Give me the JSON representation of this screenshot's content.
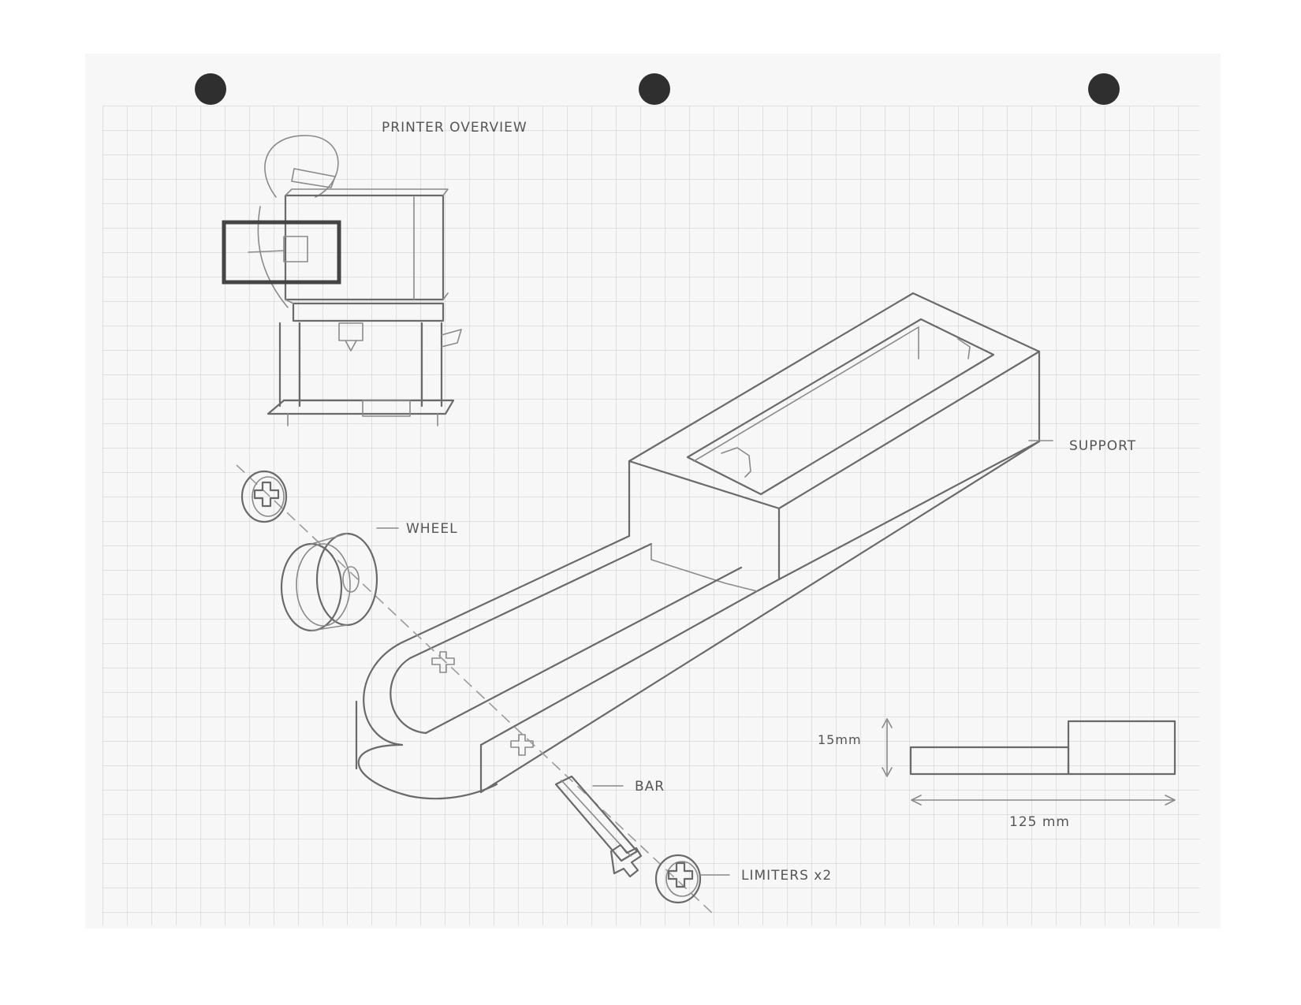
{
  "page": {
    "title": "PRINTER OVERVIEW"
  },
  "labels": {
    "support": "SUPPORT",
    "wheel": "WHEEL",
    "bar": "BAR",
    "limiters": "LIMITERS x2"
  },
  "dimensions": {
    "height": "15mm",
    "length": "125 mm"
  },
  "colors": {
    "paper": "#f7f7f7",
    "grid": "#c9c9c9",
    "pencil": "#6a6a6a",
    "punch_hole": "#2f2f2f"
  }
}
